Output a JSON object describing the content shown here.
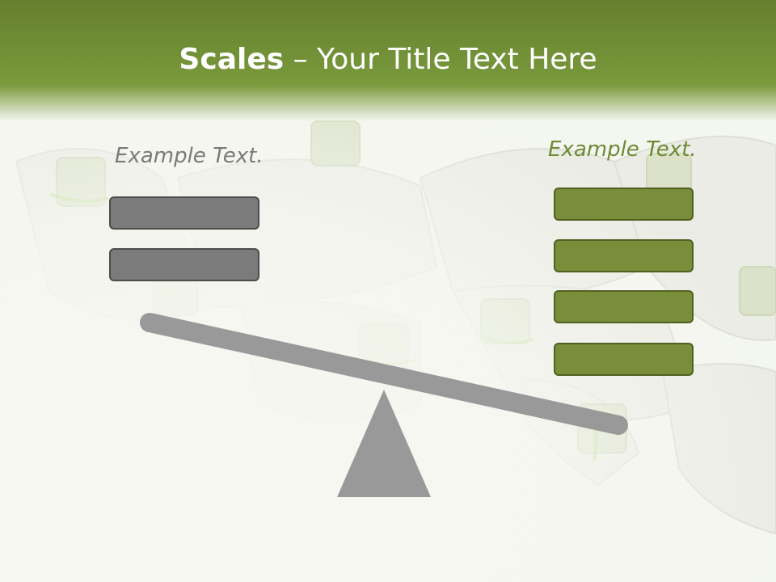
{
  "title": {
    "bold": "Scales",
    "rest": " – Your Title Text Here"
  },
  "left_panel": {
    "label": "Example Text."
  },
  "right_panel": {
    "label": "Example Text."
  },
  "colors": {
    "header_green": "#7a9a3c",
    "gray_bar": "#7b7b7b",
    "green_bar": "#7a8d3b",
    "scale_gray": "#999999"
  }
}
